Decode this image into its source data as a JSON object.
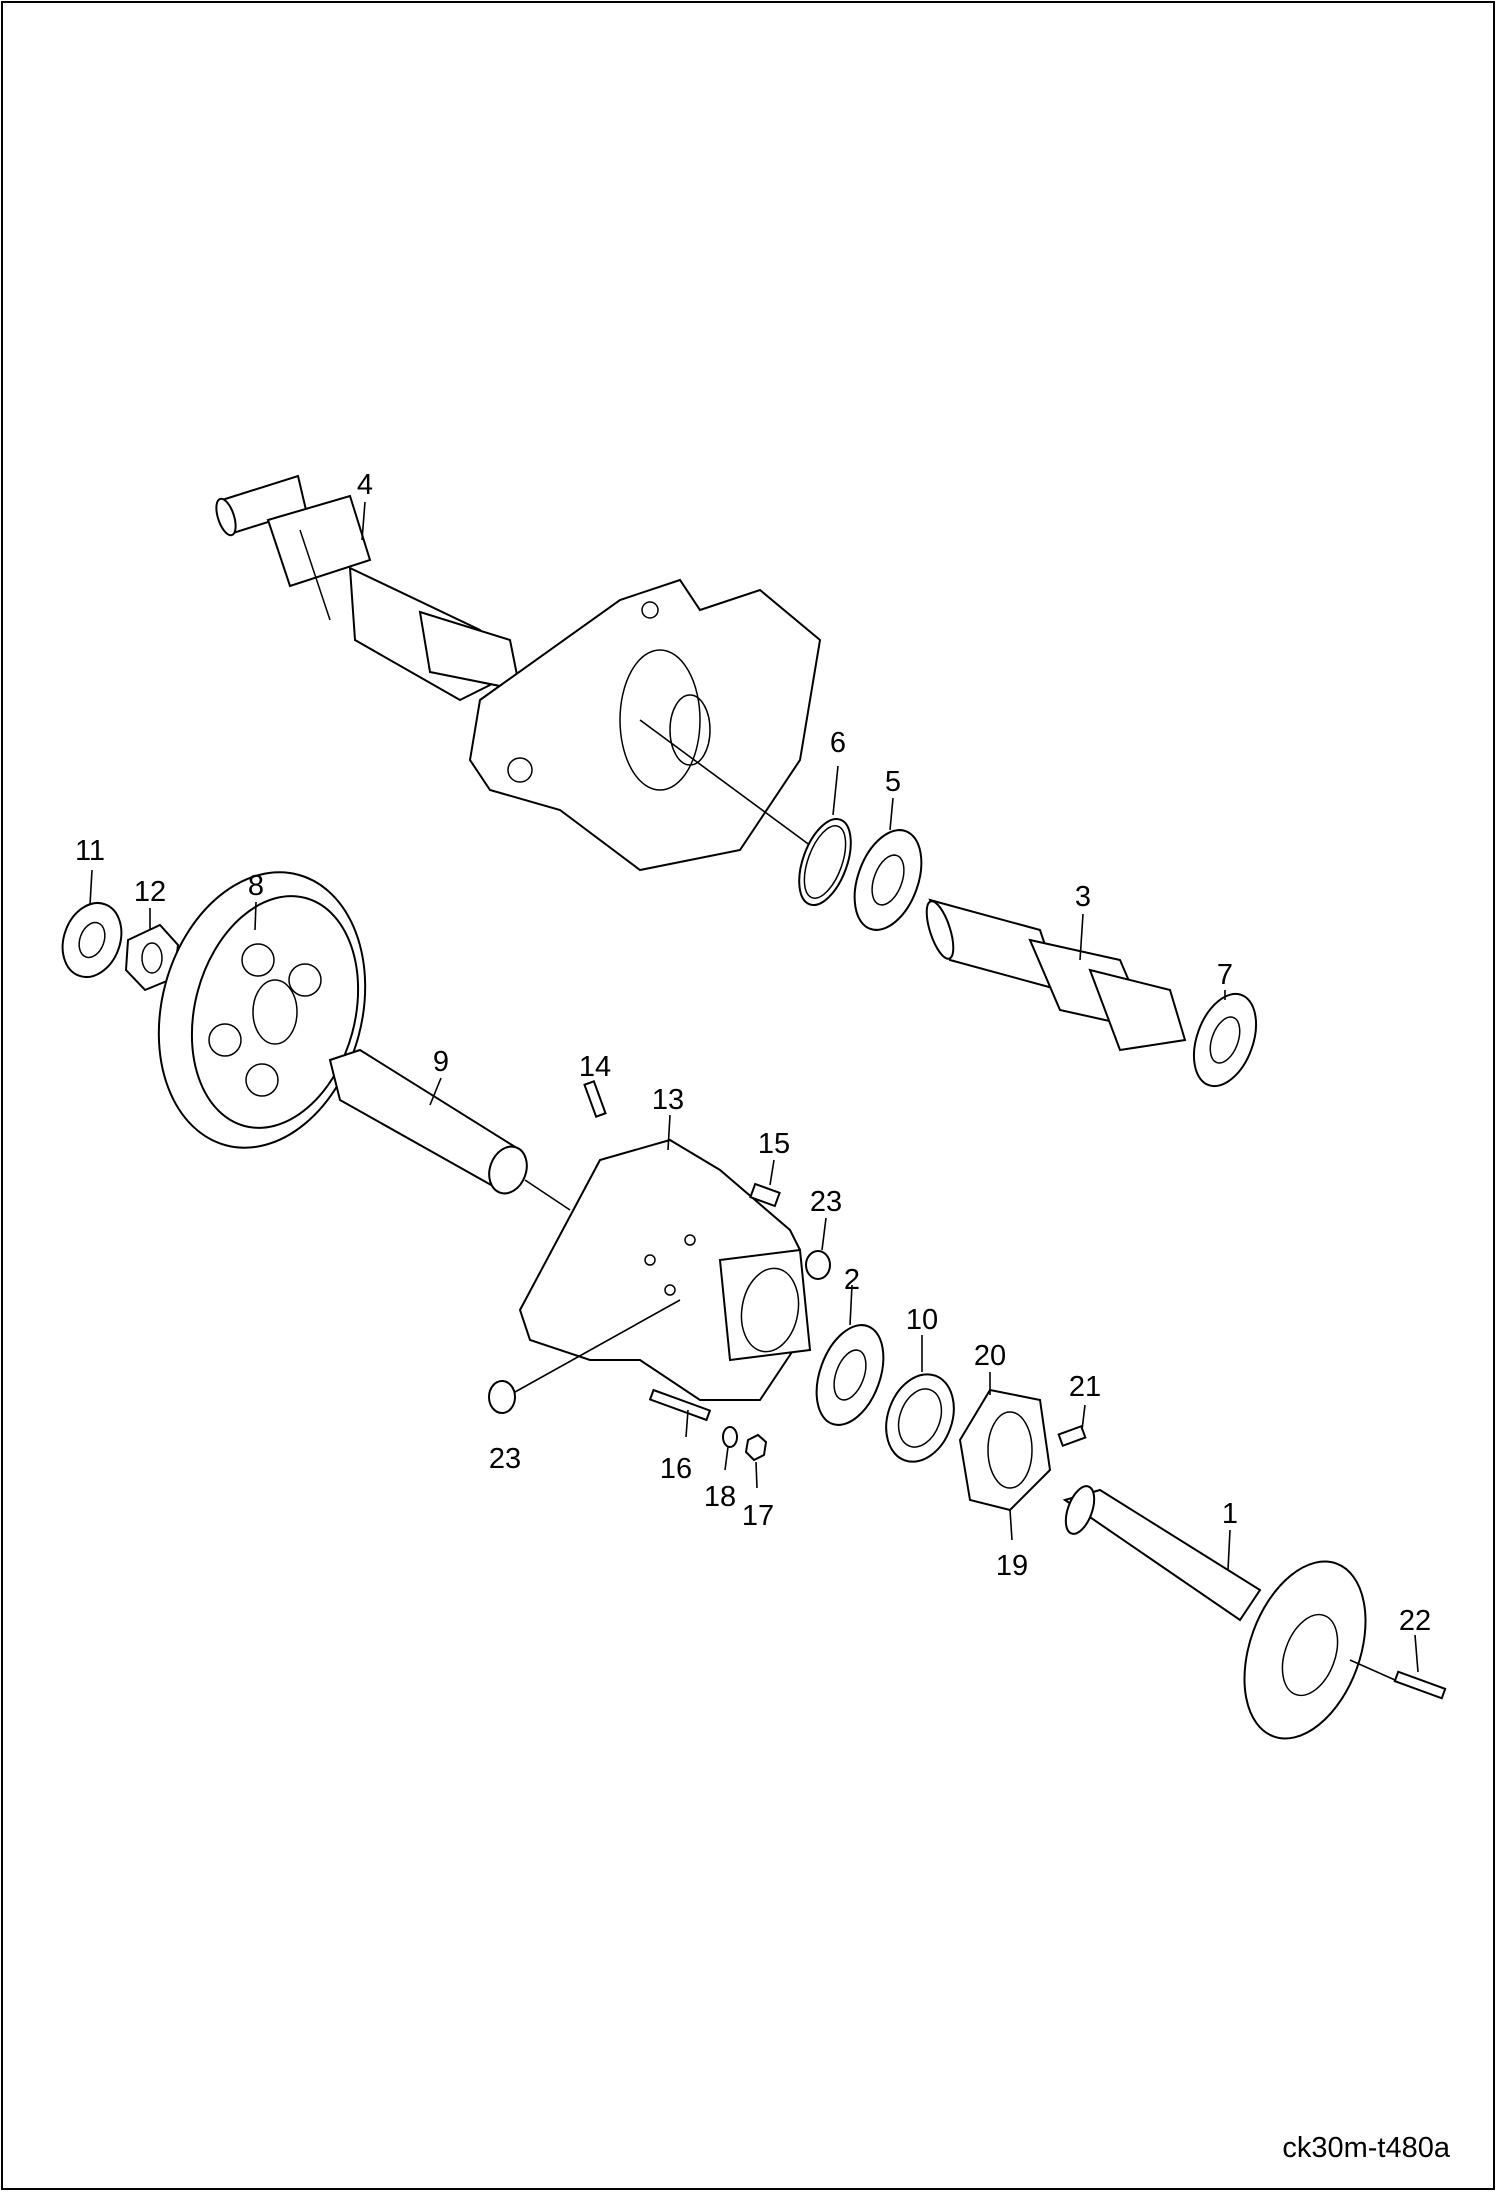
{
  "drawing_ref": "ck30m-t480a",
  "callouts": [
    {
      "id": "c1",
      "label": "1"
    },
    {
      "id": "c2",
      "label": "2"
    },
    {
      "id": "c3",
      "label": "3"
    },
    {
      "id": "c4",
      "label": "4"
    },
    {
      "id": "c5",
      "label": "5"
    },
    {
      "id": "c6",
      "label": "6"
    },
    {
      "id": "c7",
      "label": "7"
    },
    {
      "id": "c8",
      "label": "8"
    },
    {
      "id": "c9",
      "label": "9"
    },
    {
      "id": "c10",
      "label": "10"
    },
    {
      "id": "c11",
      "label": "11"
    },
    {
      "id": "c12",
      "label": "12"
    },
    {
      "id": "c13",
      "label": "13"
    },
    {
      "id": "c14",
      "label": "14"
    },
    {
      "id": "c15",
      "label": "15"
    },
    {
      "id": "c16",
      "label": "16"
    },
    {
      "id": "c17",
      "label": "17"
    },
    {
      "id": "c18",
      "label": "18"
    },
    {
      "id": "c19",
      "label": "19"
    },
    {
      "id": "c20",
      "label": "20"
    },
    {
      "id": "c21",
      "label": "21"
    },
    {
      "id": "c22",
      "label": "22"
    },
    {
      "id": "c23a",
      "label": "23"
    },
    {
      "id": "c23b",
      "label": "23"
    }
  ]
}
